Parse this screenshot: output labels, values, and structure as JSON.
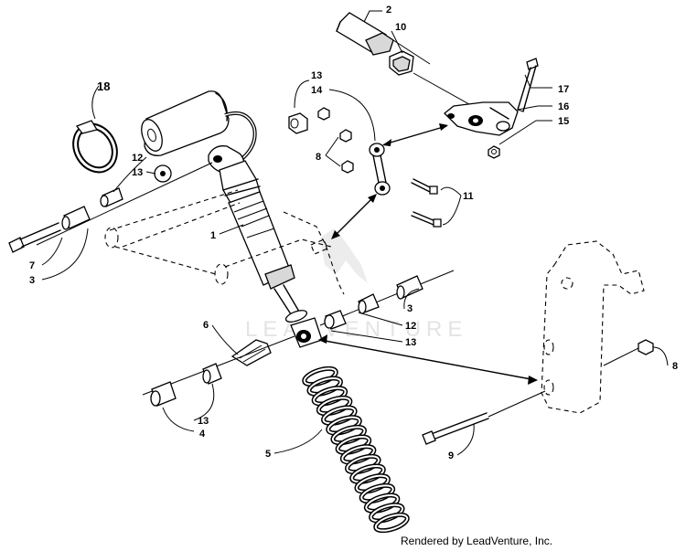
{
  "watermark": "LEADVENTURE",
  "credit": "Rendered by LeadVenture, Inc.",
  "callouts": {
    "c2": "2",
    "c10": "10",
    "c17": "17",
    "c16": "16",
    "c15": "15",
    "c18": "18",
    "c13a": "13",
    "c14": "14",
    "c8a": "8",
    "c12a": "12",
    "c13b": "13",
    "c11": "11",
    "c1": "1",
    "c7": "7",
    "c3a": "3",
    "c6": "6",
    "c3b": "3",
    "c12b": "12",
    "c13c": "13",
    "c8b": "8",
    "c13d": "13",
    "c4": "4",
    "c5": "5",
    "c9": "9"
  }
}
